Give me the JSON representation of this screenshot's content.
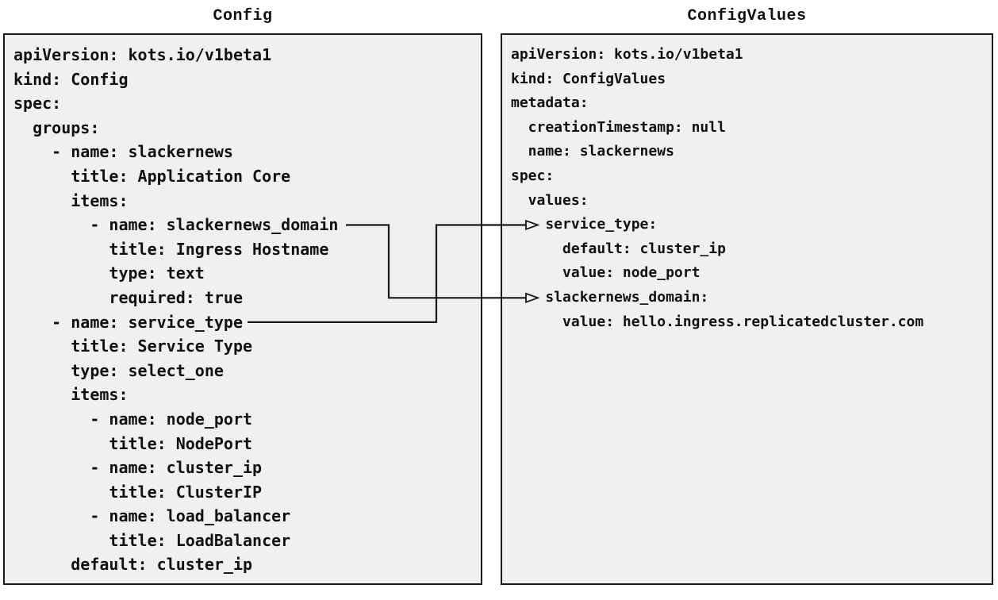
{
  "titles": {
    "left": "Config",
    "right": "ConfigValues"
  },
  "config_box": {
    "lines": [
      "apiVersion: kots.io/v1beta1",
      "kind: Config",
      "spec:",
      "  groups:",
      "    - name: slackernews",
      "      title: Application Core",
      "      items:",
      "        - name: slackernews_domain",
      "          title: Ingress Hostname",
      "          type: text",
      "          required: true",
      "    - name: service_type",
      "      title: Service Type",
      "      type: select_one",
      "      items:",
      "        - name: node_port",
      "          title: NodePort",
      "        - name: cluster_ip",
      "          title: ClusterIP",
      "        - name: load_balancer",
      "          title: LoadBalancer",
      "      default: cluster_ip"
    ]
  },
  "config_values_box": {
    "lines": [
      "apiVersion: kots.io/v1beta1",
      "kind: ConfigValues",
      "metadata:",
      "  creationTimestamp: null",
      "  name: slackernews",
      "spec:",
      "  values:",
      "    service_type:",
      "      default: cluster_ip",
      "      value: node_port",
      "    slackernews_domain:",
      "      value: hello.ingress.replicatedcluster.com"
    ]
  },
  "connections": [
    {
      "from": "slackernews_domain",
      "to": "slackernews_domain"
    },
    {
      "from": "service_type",
      "to": "service_type"
    }
  ],
  "colors": {
    "panel_bg": "#f0f0f0",
    "border": "#1a1a1a",
    "text": "#111111",
    "arrow": "#1a1a1a"
  }
}
